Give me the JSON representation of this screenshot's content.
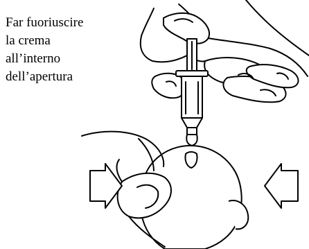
{
  "instruction": {
    "lines": [
      "Far fuoriuscire",
      "la crema",
      "all’interno",
      "dell’apertura"
    ]
  },
  "colors": {
    "ink": "#000000",
    "background": "#ffffff"
  }
}
